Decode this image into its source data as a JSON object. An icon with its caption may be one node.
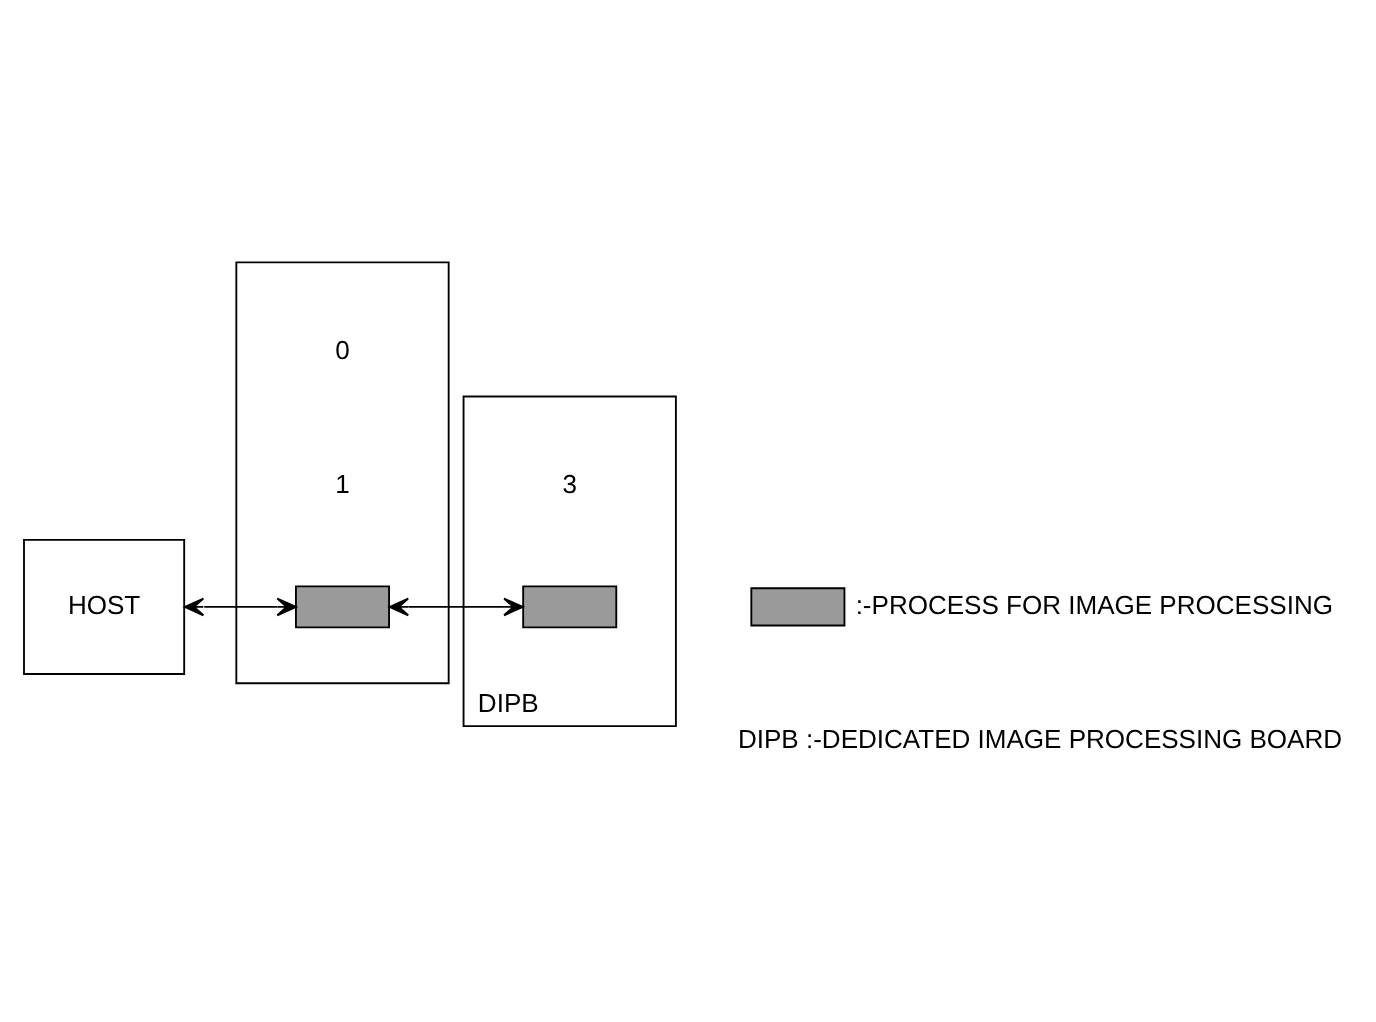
{
  "diagram": {
    "nodes": [
      {
        "text": [
          "HOST"
        ]
      },
      {
        "text": [],
        "shape": "box"
      },
      {
        "text": [],
        "shape": "box",
        "in": 1
      },
      {
        "text": [],
        "shape": "box",
        "beside": [
          "DIPB"
        ]
      },
      {
        "text": [],
        "shape": "box",
        "in": 3
      }
    ],
    "edges": [
      {
        "from": 0,
        "to": 2,
        "arrow": "both"
      },
      {
        "from": 2,
        "to": 4,
        "arrow": "both"
      }
    ],
    "labels": [
      "0",
      "1",
      "3",
      "DIPB :-DEDICATED IMAGE PROCESSING BOARD"
    ],
    "legend": [
      {
        "text": ":-PROCESS FOR IMAGE PROCESSING"
      }
    ]
  }
}
